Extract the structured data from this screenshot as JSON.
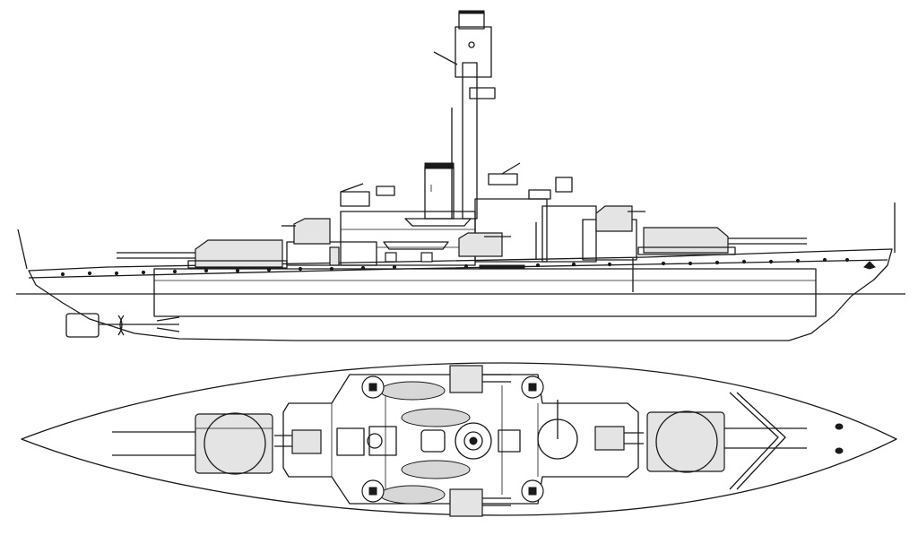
{
  "drawing": {
    "views": [
      "profile",
      "plan"
    ],
    "line_color": "#1a1a1a",
    "fill_color": "#e4e4e4",
    "background": "#ffffff",
    "main_turrets": 2,
    "secondary_turrets": 4,
    "masts": 1,
    "funnels": 1
  }
}
